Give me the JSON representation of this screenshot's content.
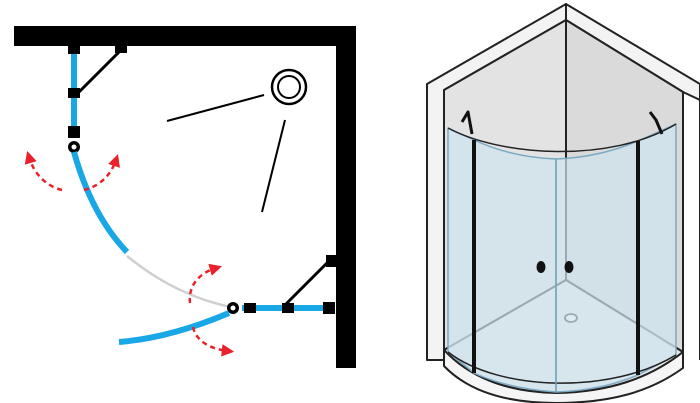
{
  "diagram": {
    "plan_view": {
      "icon": "shower-plan-view-icon",
      "door_count": 2,
      "door_swing": "inward-outward",
      "colors": {
        "wall": "#000000",
        "fixed_panel": "#1aa7e6",
        "door_arc": "#1aa7e6",
        "closed_door_line": "#cfcfcf",
        "swing_arrow": "#e8212b"
      }
    },
    "perspective_view": {
      "icon": "shower-enclosure-3d-icon",
      "shape": "quadrant",
      "colors": {
        "wall_outline": "#222222",
        "wall_fill": "#e3e3e3",
        "glass": "#cfe3ee",
        "glass_edge": "#7aa9c2"
      }
    }
  }
}
